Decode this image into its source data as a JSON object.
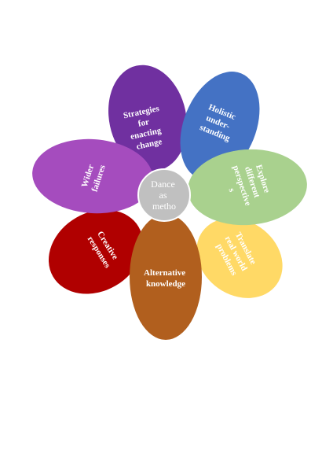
{
  "diagram": {
    "center": {
      "lines": [
        "Dance",
        "as",
        "metho"
      ],
      "color": "#c0c0c0"
    },
    "petals": [
      {
        "id": "strategies",
        "color": "#7030a0",
        "lines": [
          "Strategies",
          "for",
          "enacting",
          "change"
        ]
      },
      {
        "id": "holistic",
        "color": "#4472c4",
        "lines": [
          "Holistic",
          "under-",
          "standing"
        ]
      },
      {
        "id": "explore",
        "color": "#a9d18e",
        "lines": [
          "Explore",
          "different",
          "perspective",
          "s"
        ]
      },
      {
        "id": "translate",
        "color": "#ffd966",
        "lines": [
          "Translate",
          "real world",
          "problems"
        ]
      },
      {
        "id": "alternative",
        "color": "#b15f1e",
        "lines": [
          "Alternative",
          "knowledge"
        ]
      },
      {
        "id": "creative",
        "color": "#b00000",
        "lines": [
          "Creative",
          "responses"
        ]
      },
      {
        "id": "wider",
        "color": "#a54cbe",
        "lines": [
          "Wider",
          "failures"
        ]
      }
    ]
  }
}
